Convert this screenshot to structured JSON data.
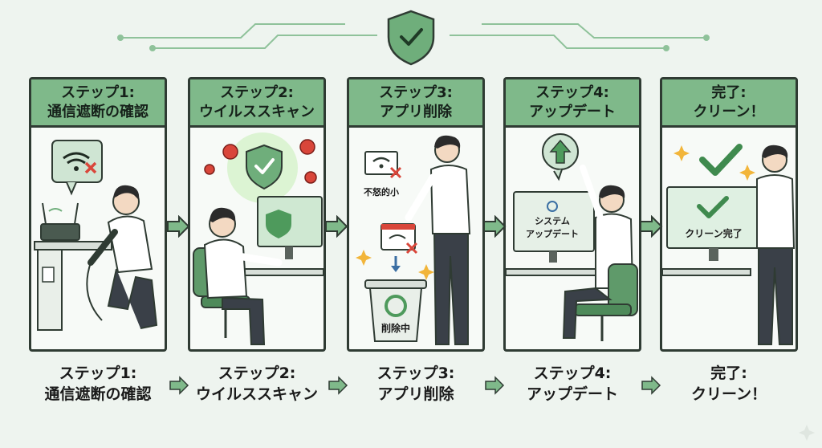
{
  "steps": [
    {
      "head_line1": "ステップ1:",
      "head_line2": "通信遮断の確認",
      "label_line1": "ステップ1:",
      "label_line2": "通信遮断の確認"
    },
    {
      "head_line1": "ステップ2:",
      "head_line2": "ウイルススキャン",
      "label_line1": "ステップ2:",
      "label_line2": "ウイルススキャン"
    },
    {
      "head_line1": "ステップ3:",
      "head_line2": "アプリ削除",
      "label_line1": "ステップ3:",
      "label_line2": "アプリ削除"
    },
    {
      "head_line1": "ステップ4:",
      "head_line2": "アップデート",
      "label_line1": "ステップ4:",
      "label_line2": "アップデート"
    },
    {
      "head_line1": "完了:",
      "head_line2": "クリーン！",
      "label_line1": "完了:",
      "label_line2": "クリーン！"
    }
  ],
  "art_text": {
    "step3_note": "不怒的小",
    "step3_bin": "削除中",
    "step4_screen_line1": "システム",
    "step4_screen_line2": "アップデート",
    "step5_screen": "クリーン完了"
  },
  "icons": {
    "top": "shield-check-icon",
    "step1": "wifi-blocked-icon",
    "step2": "virus-scan-shield-icon",
    "step3": "recycle-bin-icon",
    "step4": "upload-arrow-icon",
    "step5": "checkmark-icon"
  },
  "colors": {
    "accent_green": "#7fb98a",
    "dark_green": "#3f7a4a",
    "alert_red": "#d9463a",
    "outline": "#2f3b33"
  }
}
